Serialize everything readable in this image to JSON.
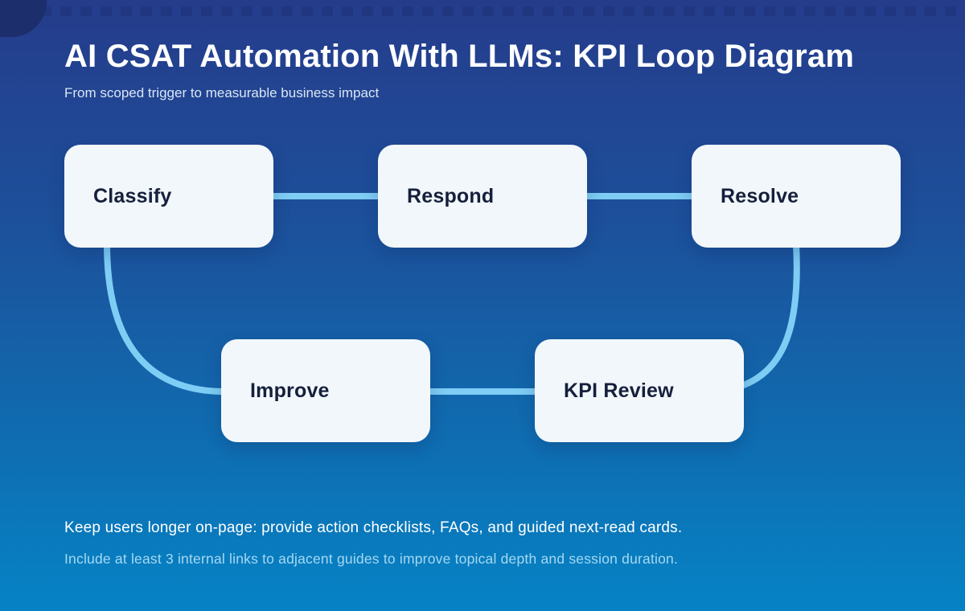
{
  "header": {
    "title": "AI CSAT Automation With LLMs: KPI Loop Diagram",
    "subtitle": "From scoped trigger to measurable business impact"
  },
  "diagram": {
    "type": "loop-flowchart",
    "nodes": [
      {
        "id": "classify",
        "label": "Classify"
      },
      {
        "id": "respond",
        "label": "Respond"
      },
      {
        "id": "resolve",
        "label": "Resolve"
      },
      {
        "id": "kpi-review",
        "label": "KPI Review"
      },
      {
        "id": "improve",
        "label": "Improve"
      }
    ],
    "connections": [
      {
        "from": "classify",
        "to": "respond"
      },
      {
        "from": "respond",
        "to": "resolve"
      },
      {
        "from": "resolve",
        "to": "kpi-review"
      },
      {
        "from": "kpi-review",
        "to": "improve"
      },
      {
        "from": "improve",
        "to": "classify"
      }
    ]
  },
  "footer": {
    "line1": "Keep users longer on-page: provide action checklists, FAQs, and guided next-read cards.",
    "line2": "Include at least 3 internal links to adjacent guides to improve topical depth and session duration."
  },
  "colors": {
    "background_top": "#253c8b",
    "background_bottom": "#0583c5",
    "node_fill": "#f2f7fb",
    "node_text": "#161f3b",
    "connector": "#7ecdf5",
    "title_text": "#ffffff",
    "subtitle_text": "#d9e6f6",
    "footer_secondary_text": "#a5d8f2",
    "corner_notch": "#1c2e6b"
  }
}
